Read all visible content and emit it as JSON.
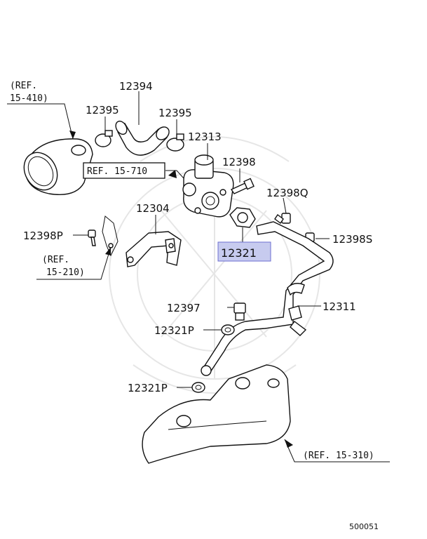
{
  "labels": {
    "ref_15_410_line1": "(REF.",
    "ref_15_410_line2": "15-410)",
    "p12394": "12394",
    "p12395a": "12395",
    "p12395b": "12395",
    "p12313": "12313",
    "ref_15_710": "REF. 15-710",
    "p12398": "12398",
    "p12398q": "12398Q",
    "p12304": "12304",
    "p12398p": "12398P",
    "p12398s": "12398S",
    "p12321_highlight": "12321",
    "ref_15_210_line1": "(REF.",
    "ref_15_210_line2": "15-210)",
    "p12397": "12397",
    "p12311": "12311",
    "p12321p_a": "12321P",
    "p12321p_b": "12321P",
    "ref_15_310": "(REF. 15-310)",
    "figure_code": "500051"
  },
  "colors": {
    "highlight_fill": "#c7cbef",
    "highlight_border": "#6d6fd1",
    "line": "#111111",
    "watermark": "#e6e6e6"
  }
}
